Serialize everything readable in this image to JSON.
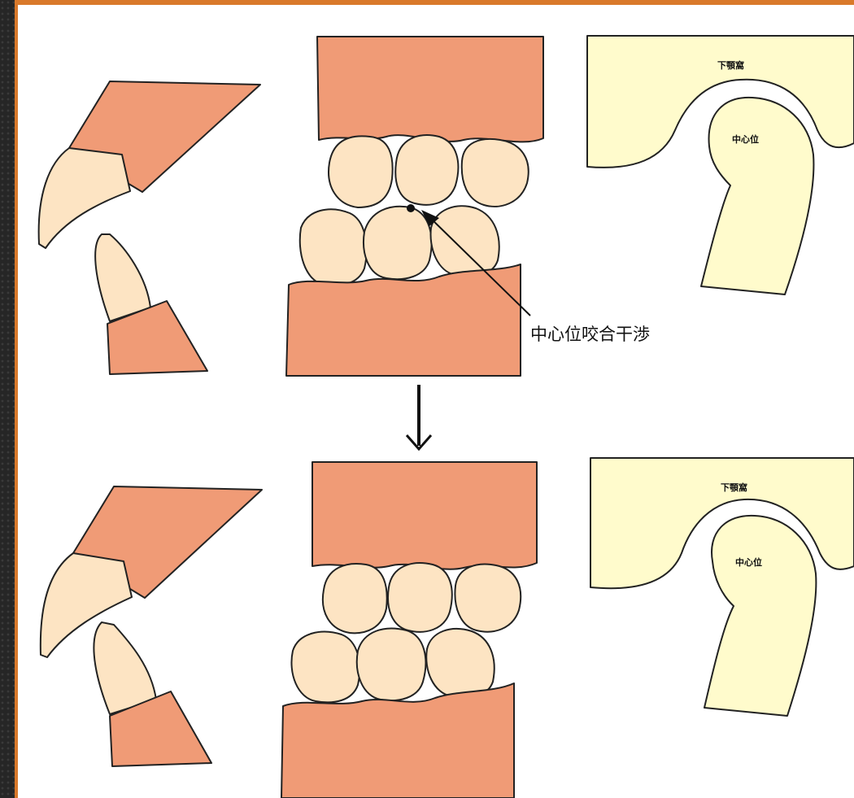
{
  "labels": {
    "interference": "中心位咬合干渉",
    "upper_fossa": "下顎窩",
    "upper_position": "中心位",
    "lower_fossa": "下顎窩",
    "lower_position": "中心位"
  },
  "colors": {
    "gum": "#f09b76",
    "tooth": "#fde4c3",
    "joint": "#fffbcc",
    "frame_accent": "#d9792b"
  }
}
